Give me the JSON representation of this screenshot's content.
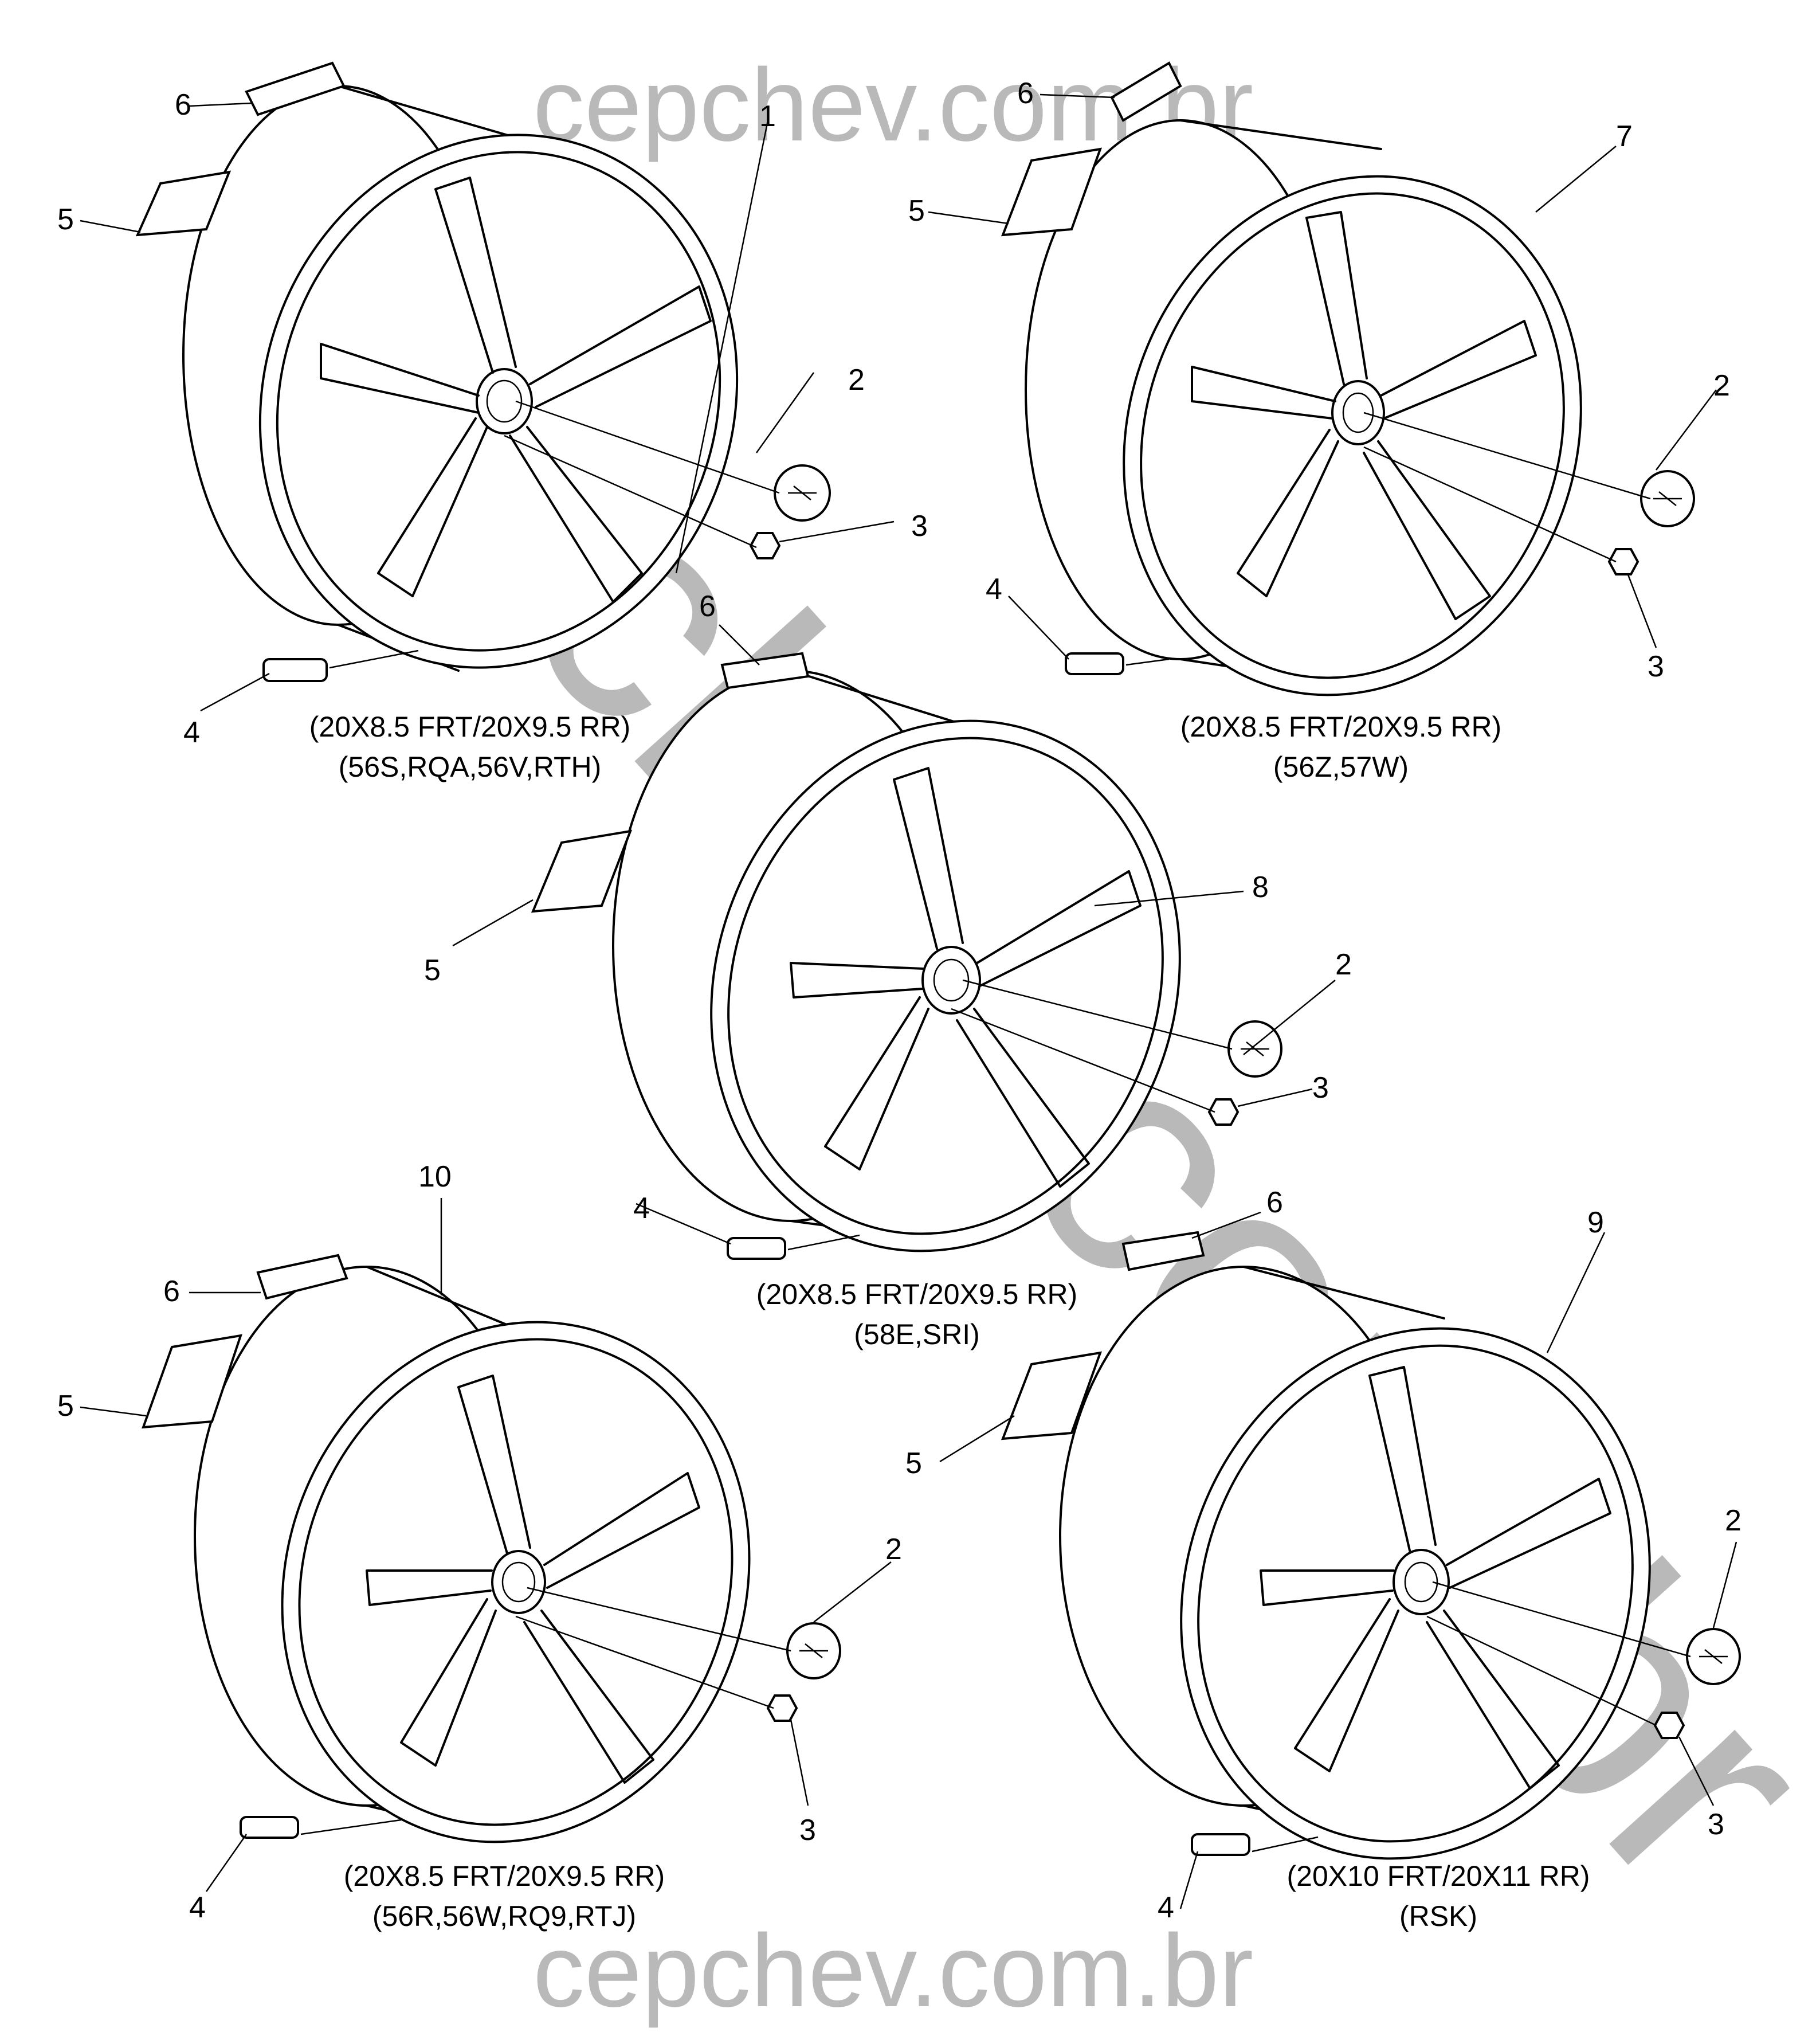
{
  "watermark": {
    "top": "cepchev.com.br",
    "bottom": "cepchev.com.br",
    "diagonal": "cepchev.com.br"
  },
  "callouts": [
    "1",
    "2",
    "3",
    "4",
    "5",
    "6",
    "7",
    "8",
    "9",
    "10"
  ],
  "captions": [
    {
      "line1": "(20X8.5 FRT/20X9.5 RR)",
      "line2": "(56S,RQA,56V,RTH)"
    },
    {
      "line1": "(20X8.5 FRT/20X9.5 RR)",
      "line2": "(56Z,57W)"
    },
    {
      "line1": "(20X8.5 FRT/20X9.5 RR)",
      "line2": "(58E,SRI)"
    },
    {
      "line1": "(20X8.5 FRT/20X9.5 RR)",
      "line2": "(56R,56W,RQ9,RTJ)"
    },
    {
      "line1": "(20X10 FRT/20X11 RR)",
      "line2": "(RSK)"
    }
  ]
}
